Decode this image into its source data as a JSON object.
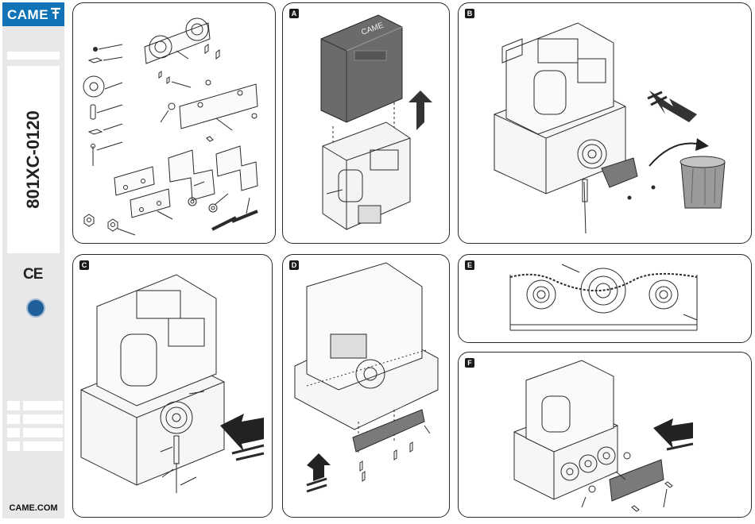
{
  "sidebar": {
    "brand": "CAME",
    "doc_code": "801XC-0120",
    "ce_mark": "CE",
    "website": "CAME.COM",
    "icons": [
      "came-logo-icon",
      "certification-seal-icon"
    ]
  },
  "panels": [
    {
      "id": "parts",
      "label": ""
    },
    {
      "id": "A",
      "label": "A"
    },
    {
      "id": "B",
      "label": "B"
    },
    {
      "id": "C",
      "label": "C"
    },
    {
      "id": "D",
      "label": "D"
    },
    {
      "id": "E",
      "label": "E"
    },
    {
      "id": "F",
      "label": "F"
    }
  ],
  "colors": {
    "brand_blue": "#0f73b6",
    "sidebar_gray": "#e8e8e8",
    "line": "#2a2a2a",
    "cover_gray": "#6b6b6b"
  }
}
